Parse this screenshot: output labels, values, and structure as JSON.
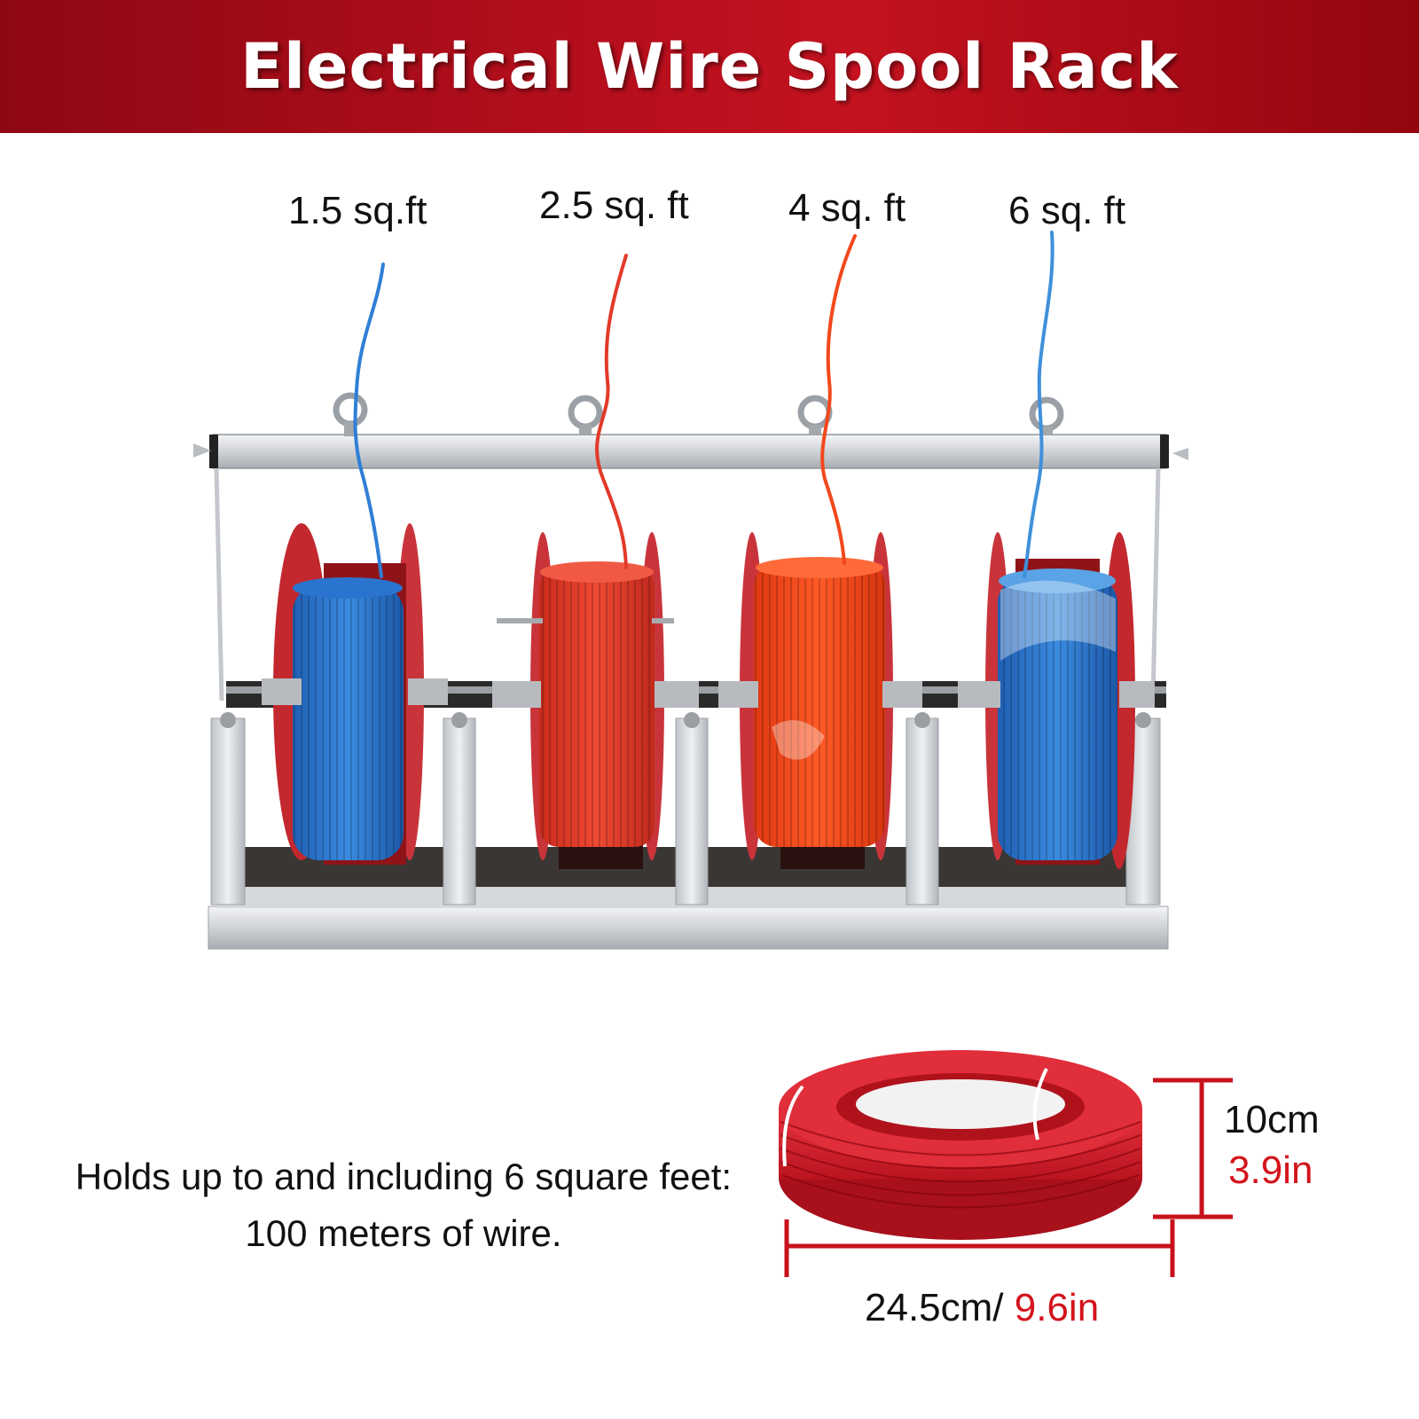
{
  "header": {
    "title": "Electrical Wire Spool Rack"
  },
  "spools": [
    {
      "label": "1.5 sq.ft",
      "wire_color": "#2f7fd6"
    },
    {
      "label": "2.5 sq. ft",
      "wire_color": "#e23a2a"
    },
    {
      "label": "4 sq. ft",
      "wire_color": "#f2481c"
    },
    {
      "label": "6 sq. ft",
      "wire_color": "#3f90db"
    }
  ],
  "capacity_note": {
    "line1": "Holds up to and including 6 square feet:",
    "line2": "100 meters of wire."
  },
  "coil": {
    "height_cm": "10cm",
    "height_in": "3.9in",
    "width_cm": "24.5cm/ ",
    "width_in": "9.6in"
  },
  "colors": {
    "banner": "#b80f1d",
    "accent_red": "#d3141c",
    "frame": "#dadde0"
  }
}
